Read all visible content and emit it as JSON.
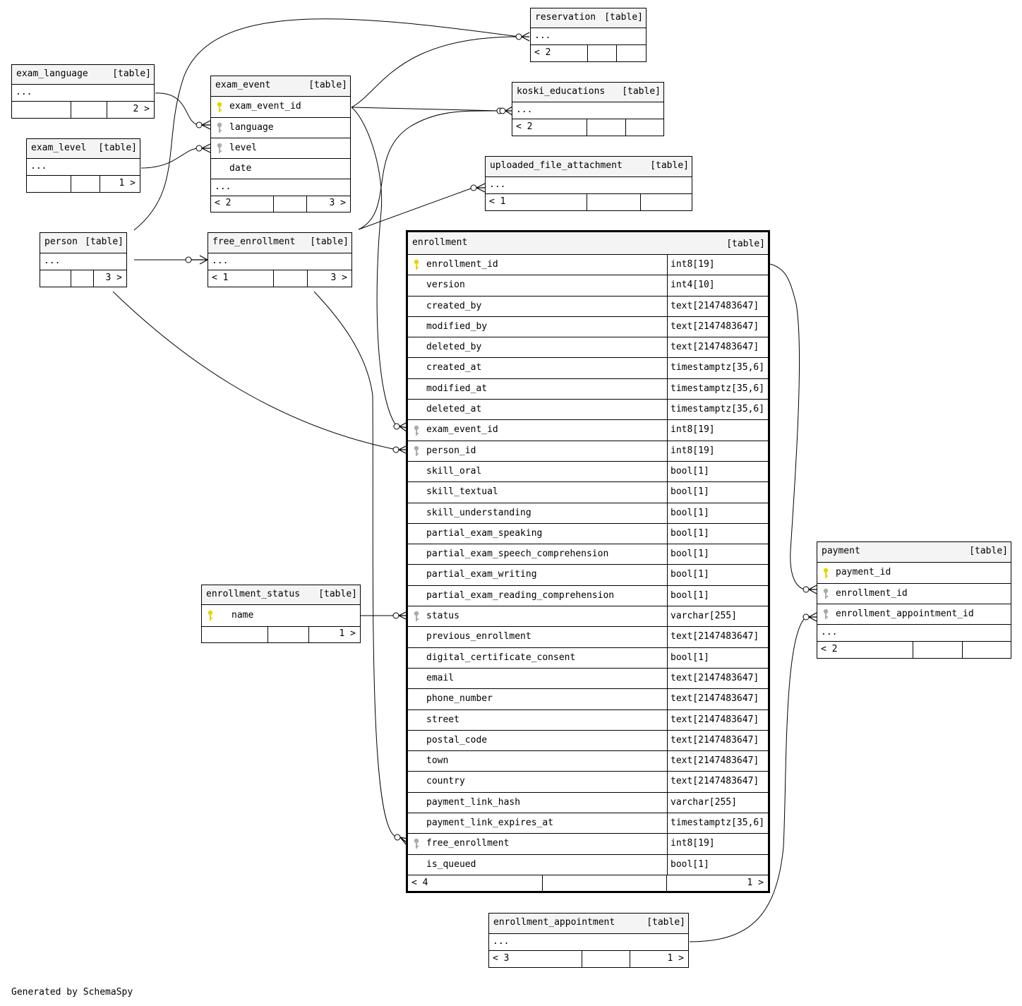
{
  "credit": "Generated by SchemaSpy",
  "tables": {
    "reservation": {
      "name": "reservation",
      "kind": "[table]",
      "more": "...",
      "parents": "< 2",
      "children": ""
    },
    "koski_educations": {
      "name": "koski_educations",
      "kind": "[table]",
      "more": "...",
      "parents": "< 2",
      "children": ""
    },
    "uploaded_file_attachment": {
      "name": "uploaded_file_attachment",
      "kind": "[table]",
      "more": "...",
      "parents": "< 1",
      "children": ""
    },
    "exam_language": {
      "name": "exam_language",
      "kind": "[table]",
      "more": "...",
      "parents": "",
      "children": "2 >"
    },
    "exam_level": {
      "name": "exam_level",
      "kind": "[table]",
      "more": "...",
      "parents": "",
      "children": "1 >"
    },
    "exam_event": {
      "name": "exam_event",
      "kind": "[table]",
      "columns": [
        "exam_event_id",
        "language",
        "level",
        "date"
      ],
      "more": "...",
      "parents": "< 2",
      "children": "3 >"
    },
    "person": {
      "name": "person",
      "kind": "[table]",
      "more": "...",
      "parents": "",
      "children": "3 >"
    },
    "free_enrollment": {
      "name": "free_enrollment",
      "kind": "[table]",
      "more": "...",
      "parents": "< 1",
      "children": "3 >"
    },
    "enrollment_status": {
      "name": "enrollment_status",
      "kind": "[table]",
      "columns": [
        "name"
      ],
      "parents": "",
      "children": "1 >"
    },
    "payment": {
      "name": "payment",
      "kind": "[table]",
      "columns": [
        "payment_id",
        "enrollment_id",
        "enrollment_appointment_id"
      ],
      "more": "...",
      "parents": "< 2",
      "children": ""
    },
    "enrollment_appointment": {
      "name": "enrollment_appointment",
      "kind": "[table]",
      "more": "...",
      "parents": "< 3",
      "children": "1 >"
    },
    "enrollment": {
      "name": "enrollment",
      "kind": "[table]",
      "parents": "< 4",
      "children": "1 >",
      "columns": [
        {
          "name": "enrollment_id",
          "type": "int8[19]"
        },
        {
          "name": "version",
          "type": "int4[10]"
        },
        {
          "name": "created_by",
          "type": "text[2147483647]"
        },
        {
          "name": "modified_by",
          "type": "text[2147483647]"
        },
        {
          "name": "deleted_by",
          "type": "text[2147483647]"
        },
        {
          "name": "created_at",
          "type": "timestamptz[35,6]"
        },
        {
          "name": "modified_at",
          "type": "timestamptz[35,6]"
        },
        {
          "name": "deleted_at",
          "type": "timestamptz[35,6]"
        },
        {
          "name": "exam_event_id",
          "type": "int8[19]"
        },
        {
          "name": "person_id",
          "type": "int8[19]"
        },
        {
          "name": "skill_oral",
          "type": "bool[1]"
        },
        {
          "name": "skill_textual",
          "type": "bool[1]"
        },
        {
          "name": "skill_understanding",
          "type": "bool[1]"
        },
        {
          "name": "partial_exam_speaking",
          "type": "bool[1]"
        },
        {
          "name": "partial_exam_speech_comprehension",
          "type": "bool[1]"
        },
        {
          "name": "partial_exam_writing",
          "type": "bool[1]"
        },
        {
          "name": "partial_exam_reading_comprehension",
          "type": "bool[1]"
        },
        {
          "name": "status",
          "type": "varchar[255]"
        },
        {
          "name": "previous_enrollment",
          "type": "text[2147483647]"
        },
        {
          "name": "digital_certificate_consent",
          "type": "bool[1]"
        },
        {
          "name": "email",
          "type": "text[2147483647]"
        },
        {
          "name": "phone_number",
          "type": "text[2147483647]"
        },
        {
          "name": "street",
          "type": "text[2147483647]"
        },
        {
          "name": "postal_code",
          "type": "text[2147483647]"
        },
        {
          "name": "town",
          "type": "text[2147483647]"
        },
        {
          "name": "country",
          "type": "text[2147483647]"
        },
        {
          "name": "payment_link_hash",
          "type": "varchar[255]"
        },
        {
          "name": "payment_link_expires_at",
          "type": "timestamptz[35,6]"
        },
        {
          "name": "free_enrollment",
          "type": "int8[19]"
        },
        {
          "name": "is_queued",
          "type": "bool[1]"
        }
      ]
    }
  },
  "key_colors": {
    "primary": "#e8d400",
    "foreign": "#aaaaaa"
  }
}
